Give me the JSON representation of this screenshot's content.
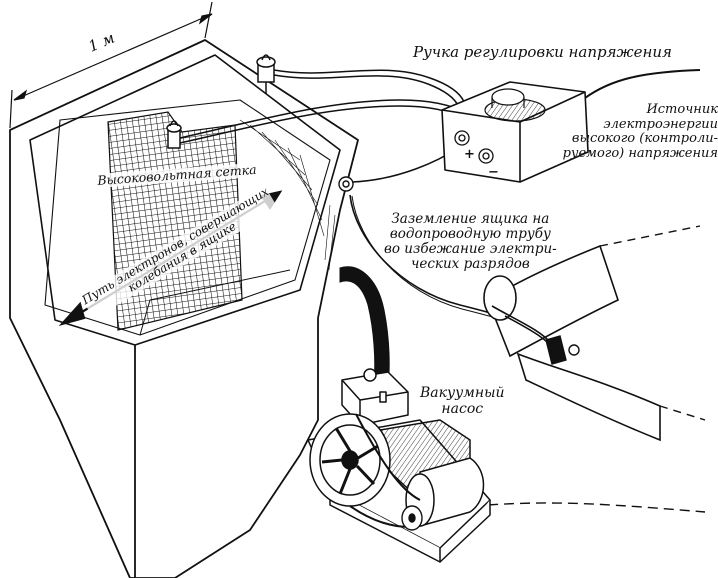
{
  "labels": {
    "dimension": "1 м",
    "knob": "Ручка регулировки напряжения",
    "grid": "Высоковольтная сетка",
    "path": [
      "Путь электронов, совершающих",
      "колебания в ящике"
    ],
    "source": [
      "Источник электроэнергии",
      "высокого (контроли-",
      "руемого) напряжения"
    ],
    "ground": [
      "Заземление ящика на",
      "водопроводную трубу",
      "во избежание электри-",
      "ческих разрядов"
    ],
    "pump": [
      "Вакуумный",
      "насос"
    ],
    "plus": "+",
    "minus": "−"
  },
  "colors": {
    "ink": "#111111",
    "paper": "#ffffff"
  }
}
